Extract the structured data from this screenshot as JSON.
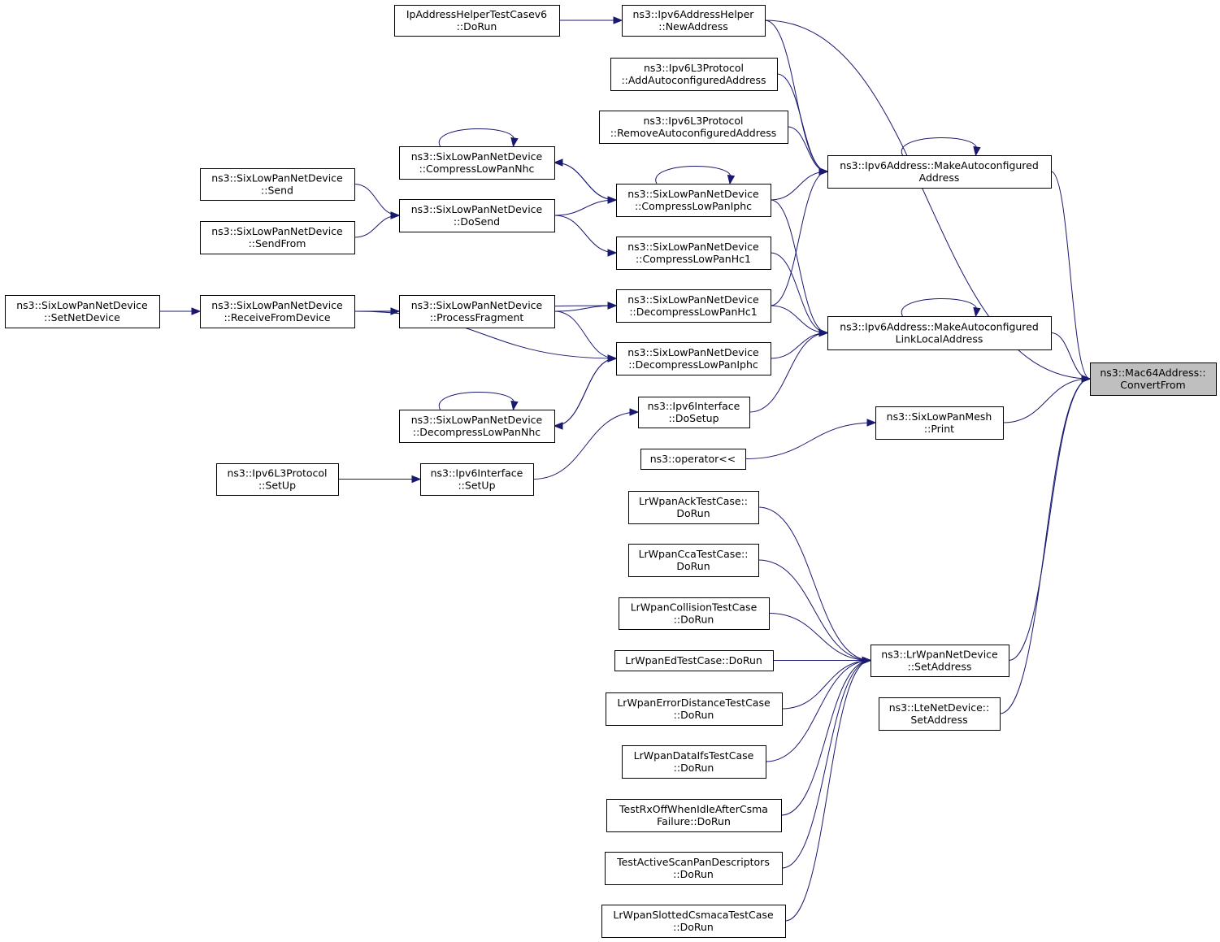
{
  "graph": {
    "type": "caller-graph",
    "focus_node": "mac64-convertfrom",
    "colors": {
      "edge": "#191970",
      "focus_fill": "#bfbfbf",
      "node_fill": "#ffffff",
      "node_border": "#000000"
    },
    "nodes": [
      {
        "id": "mac64-convertfrom",
        "lines": [
          "ns3::Mac64Address::",
          "ConvertFrom"
        ]
      },
      {
        "id": "ipaddresshelpertestcasev6-dorun",
        "lines": [
          "IpAddressHelperTestCasev6",
          "::DoRun"
        ]
      },
      {
        "id": "ipv6addresshelper-newaddress",
        "lines": [
          "ns3::Ipv6AddressHelper",
          "::NewAddress"
        ]
      },
      {
        "id": "ipv6l3protocol-addautoconfiguredaddress",
        "lines": [
          "ns3::Ipv6L3Protocol",
          "::AddAutoconfiguredAddress"
        ]
      },
      {
        "id": "ipv6l3protocol-removeautoconfiguredaddress",
        "lines": [
          "ns3::Ipv6L3Protocol",
          "::RemoveAutoconfiguredAddress"
        ]
      },
      {
        "id": "ipv6address-makeautoconfiguredaddress",
        "lines": [
          "ns3::Ipv6Address::MakeAutoconfigured",
          "Address"
        ]
      },
      {
        "id": "sixlowpan-compresslowpannhc",
        "lines": [
          "ns3::SixLowPanNetDevice",
          "::CompressLowPanNhc"
        ]
      },
      {
        "id": "sixlowpan-compresslowpaniphc",
        "lines": [
          "ns3::SixLowPanNetDevice",
          "::CompressLowPanIphc"
        ]
      },
      {
        "id": "sixlowpan-send",
        "lines": [
          "ns3::SixLowPanNetDevice",
          "::Send"
        ]
      },
      {
        "id": "sixlowpan-dosend",
        "lines": [
          "ns3::SixLowPanNetDevice",
          "::DoSend"
        ]
      },
      {
        "id": "sixlowpan-sendfrom",
        "lines": [
          "ns3::SixLowPanNetDevice",
          "::SendFrom"
        ]
      },
      {
        "id": "sixlowpan-compresslowpanhc1",
        "lines": [
          "ns3::SixLowPanNetDevice",
          "::CompressLowPanHc1"
        ]
      },
      {
        "id": "sixlowpan-setnetdevice",
        "lines": [
          "ns3::SixLowPanNetDevice",
          "::SetNetDevice"
        ]
      },
      {
        "id": "sixlowpan-receivefromdevice",
        "lines": [
          "ns3::SixLowPanNetDevice",
          "::ReceiveFromDevice"
        ]
      },
      {
        "id": "sixlowpan-processfragment",
        "lines": [
          "ns3::SixLowPanNetDevice",
          "::ProcessFragment"
        ]
      },
      {
        "id": "sixlowpan-decompresslowpanhc1",
        "lines": [
          "ns3::SixLowPanNetDevice",
          "::DecompressLowPanHc1"
        ]
      },
      {
        "id": "ipv6address-makeautoconfiguredlinklocaladdress",
        "lines": [
          "ns3::Ipv6Address::MakeAutoconfigured",
          "LinkLocalAddress"
        ]
      },
      {
        "id": "sixlowpan-decompresslowpaniphc",
        "lines": [
          "ns3::SixLowPanNetDevice",
          "::DecompressLowPanIphc"
        ]
      },
      {
        "id": "ipv6interface-dosetup",
        "lines": [
          "ns3::Ipv6Interface",
          "::DoSetup"
        ]
      },
      {
        "id": "sixlowpan-decompresslowpannhc",
        "lines": [
          "ns3::SixLowPanNetDevice",
          "::DecompressLowPanNhc"
        ]
      },
      {
        "id": "sixlowpanmesh-print",
        "lines": [
          "ns3::SixLowPanMesh",
          "::Print"
        ]
      },
      {
        "id": "operator-shift",
        "lines": [
          "ns3::operator<<"
        ]
      },
      {
        "id": "ipv6l3protocol-setup",
        "lines": [
          "ns3::Ipv6L3Protocol",
          "::SetUp"
        ]
      },
      {
        "id": "ipv6interface-setup",
        "lines": [
          "ns3::Ipv6Interface",
          "::SetUp"
        ]
      },
      {
        "id": "lrwpanacktestcase-dorun",
        "lines": [
          "LrWpanAckTestCase::",
          "DoRun"
        ]
      },
      {
        "id": "lrwpancca-dorun",
        "lines": [
          "LrWpanCcaTestCase::",
          "DoRun"
        ]
      },
      {
        "id": "lrwpancollision-dorun",
        "lines": [
          "LrWpanCollisionTestCase",
          "::DoRun"
        ]
      },
      {
        "id": "lrwpaned-dorun",
        "lines": [
          "LrWpanEdTestCase::DoRun"
        ]
      },
      {
        "id": "lrwpanerrordistance-dorun",
        "lines": [
          "LrWpanErrorDistanceTestCase",
          "::DoRun"
        ]
      },
      {
        "id": "lrwpandataifs-dorun",
        "lines": [
          "LrWpanDataIfsTestCase",
          "::DoRun"
        ]
      },
      {
        "id": "testrxoffwhenidle-dorun",
        "lines": [
          "TestRxOffWhenIdleAfterCsma",
          "Failure::DoRun"
        ]
      },
      {
        "id": "testactivescan-dorun",
        "lines": [
          "TestActiveScanPanDescriptors",
          "::DoRun"
        ]
      },
      {
        "id": "lrwpanslottedcsmaca-dorun",
        "lines": [
          "LrWpanSlottedCsmacaTestCase",
          "::DoRun"
        ]
      },
      {
        "id": "lrwpannetdevice-setaddress",
        "lines": [
          "ns3::LrWpanNetDevice",
          "::SetAddress"
        ]
      },
      {
        "id": "ltenetdevice-setaddress",
        "lines": [
          "ns3::LteNetDevice::",
          "SetAddress"
        ]
      }
    ],
    "edges": [
      {
        "from": "ipaddresshelpertestcasev6-dorun",
        "to": "ipv6addresshelper-newaddress"
      },
      {
        "from": "ipv6addresshelper-newaddress",
        "to": "ipv6address-makeautoconfiguredaddress"
      },
      {
        "from": "ipv6addresshelper-newaddress",
        "to": "mac64-convertfrom"
      },
      {
        "from": "ipv6l3protocol-addautoconfiguredaddress",
        "to": "ipv6address-makeautoconfiguredaddress"
      },
      {
        "from": "ipv6l3protocol-removeautoconfiguredaddress",
        "to": "ipv6address-makeautoconfiguredaddress"
      },
      {
        "from": "ipv6address-makeautoconfiguredaddress",
        "to": "ipv6address-makeautoconfiguredaddress"
      },
      {
        "from": "ipv6address-makeautoconfiguredaddress",
        "to": "mac64-convertfrom"
      },
      {
        "from": "sixlowpan-compresslowpannhc",
        "to": "sixlowpan-compresslowpaniphc"
      },
      {
        "from": "sixlowpan-compresslowpaniphc",
        "to": "sixlowpan-compresslowpannhc"
      },
      {
        "from": "sixlowpan-compresslowpannhc",
        "to": "sixlowpan-compresslowpannhc"
      },
      {
        "from": "sixlowpan-compresslowpaniphc",
        "to": "sixlowpan-compresslowpaniphc"
      },
      {
        "from": "sixlowpan-compresslowpaniphc",
        "to": "ipv6address-makeautoconfiguredaddress"
      },
      {
        "from": "sixlowpan-compresslowpaniphc",
        "to": "ipv6address-makeautoconfiguredlinklocaladdress"
      },
      {
        "from": "sixlowpan-send",
        "to": "sixlowpan-dosend"
      },
      {
        "from": "sixlowpan-sendfrom",
        "to": "sixlowpan-dosend"
      },
      {
        "from": "sixlowpan-dosend",
        "to": "sixlowpan-compresslowpaniphc"
      },
      {
        "from": "sixlowpan-dosend",
        "to": "sixlowpan-compresslowpanhc1"
      },
      {
        "from": "sixlowpan-compresslowpanhc1",
        "to": "ipv6address-makeautoconfiguredlinklocaladdress"
      },
      {
        "from": "sixlowpan-setnetdevice",
        "to": "sixlowpan-receivefromdevice"
      },
      {
        "from": "sixlowpan-receivefromdevice",
        "to": "sixlowpan-processfragment"
      },
      {
        "from": "sixlowpan-receivefromdevice",
        "to": "sixlowpan-decompresslowpanhc1"
      },
      {
        "from": "sixlowpan-receivefromdevice",
        "to": "sixlowpan-decompresslowpaniphc"
      },
      {
        "from": "sixlowpan-processfragment",
        "to": "sixlowpan-decompresslowpanhc1"
      },
      {
        "from": "sixlowpan-processfragment",
        "to": "sixlowpan-decompresslowpaniphc"
      },
      {
        "from": "sixlowpan-decompresslowpanhc1",
        "to": "ipv6address-makeautoconfiguredaddress"
      },
      {
        "from": "sixlowpan-decompresslowpanhc1",
        "to": "ipv6address-makeautoconfiguredlinklocaladdress"
      },
      {
        "from": "sixlowpan-decompresslowpaniphc",
        "to": "ipv6address-makeautoconfiguredlinklocaladdress"
      },
      {
        "from": "sixlowpan-decompresslowpaniphc",
        "to": "sixlowpan-decompresslowpannhc"
      },
      {
        "from": "sixlowpan-decompresslowpannhc",
        "to": "sixlowpan-decompresslowpaniphc"
      },
      {
        "from": "sixlowpan-decompresslowpannhc",
        "to": "sixlowpan-decompresslowpannhc"
      },
      {
        "from": "ipv6address-makeautoconfiguredlinklocaladdress",
        "to": "ipv6address-makeautoconfiguredlinklocaladdress"
      },
      {
        "from": "ipv6address-makeautoconfiguredlinklocaladdress",
        "to": "mac64-convertfrom"
      },
      {
        "from": "ipv6interface-dosetup",
        "to": "ipv6address-makeautoconfiguredlinklocaladdress"
      },
      {
        "from": "ipv6interface-setup",
        "to": "ipv6interface-dosetup"
      },
      {
        "from": "ipv6l3protocol-setup",
        "to": "ipv6interface-setup"
      },
      {
        "from": "operator-shift",
        "to": "sixlowpanmesh-print"
      },
      {
        "from": "sixlowpanmesh-print",
        "to": "mac64-convertfrom"
      },
      {
        "from": "lrwpanacktestcase-dorun",
        "to": "lrwpannetdevice-setaddress"
      },
      {
        "from": "lrwpancca-dorun",
        "to": "lrwpannetdevice-setaddress"
      },
      {
        "from": "lrwpancollision-dorun",
        "to": "lrwpannetdevice-setaddress"
      },
      {
        "from": "lrwpaned-dorun",
        "to": "lrwpannetdevice-setaddress"
      },
      {
        "from": "lrwpanerrordistance-dorun",
        "to": "lrwpannetdevice-setaddress"
      },
      {
        "from": "lrwpandataifs-dorun",
        "to": "lrwpannetdevice-setaddress"
      },
      {
        "from": "testrxoffwhenidle-dorun",
        "to": "lrwpannetdevice-setaddress"
      },
      {
        "from": "testactivescan-dorun",
        "to": "lrwpannetdevice-setaddress"
      },
      {
        "from": "lrwpanslottedcsmaca-dorun",
        "to": "lrwpannetdevice-setaddress"
      },
      {
        "from": "lrwpannetdevice-setaddress",
        "to": "mac64-convertfrom"
      },
      {
        "from": "ltenetdevice-setaddress",
        "to": "mac64-convertfrom"
      }
    ]
  }
}
